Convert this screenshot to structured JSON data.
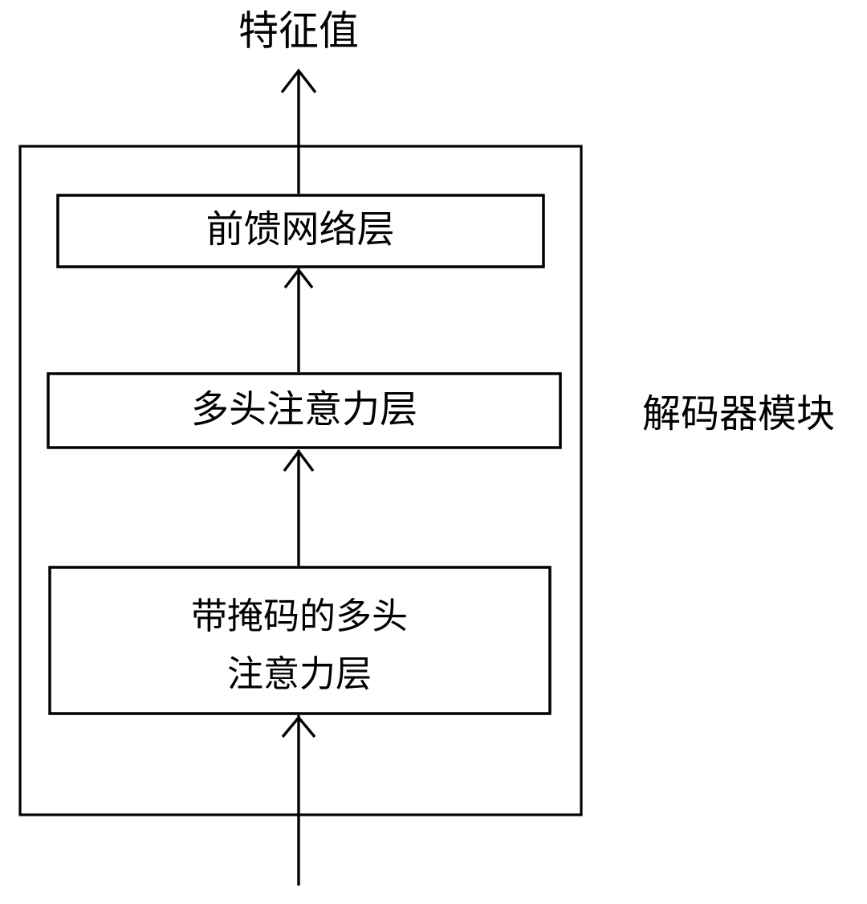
{
  "diagram": {
    "title_label": "特征值",
    "module_label": "解码器模块",
    "background_color": "#ffffff",
    "line_color": "#000000",
    "text_color": "#000000",
    "container": {
      "name": "decoder-module-container",
      "label": "解码器模块"
    },
    "blocks": [
      {
        "id": "feed-forward-layer",
        "label": "前馈网络层",
        "lines": [
          "前馈网络层"
        ],
        "order": 3
      },
      {
        "id": "multi-head-attention-layer",
        "label": "多头注意力层",
        "lines": [
          "多头注意力层"
        ],
        "order": 2
      },
      {
        "id": "masked-multi-head-attention-layer",
        "label": "带掩码的多头注意力层",
        "lines": [
          "带掩码的多头",
          "注意力层"
        ],
        "order": 1
      }
    ],
    "connectors": [
      {
        "id": "input-to-masked-attention",
        "from": "input",
        "to": "masked-multi-head-attention-layer",
        "direction": "up"
      },
      {
        "id": "masked-attention-to-attention",
        "from": "masked-multi-head-attention-layer",
        "to": "multi-head-attention-layer",
        "direction": "up"
      },
      {
        "id": "attention-to-feed-forward",
        "from": "multi-head-attention-layer",
        "to": "feed-forward-layer",
        "direction": "up"
      },
      {
        "id": "feed-forward-to-output",
        "from": "feed-forward-layer",
        "to": "output",
        "direction": "up"
      }
    ]
  }
}
